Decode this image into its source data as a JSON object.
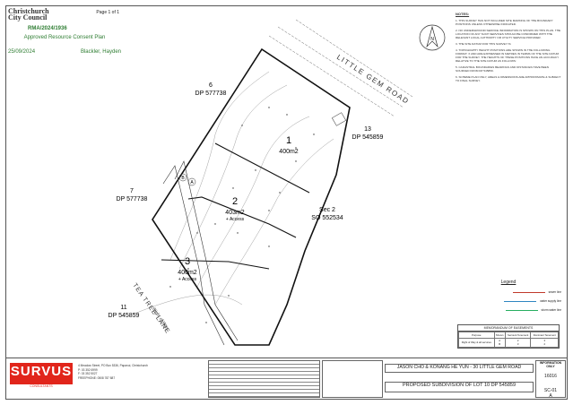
{
  "stamp": {
    "council_line1": "Christchurch",
    "council_line2": "City Council",
    "page": "Page 1 of 1",
    "rma": "RMA/2024/1936",
    "approved": "Approved Resource Consent Plan",
    "date": "25/09/2024",
    "officer": "Blackler, Hayden"
  },
  "plan": {
    "road": "LITTLE GEM ROAD",
    "lot_1": {
      "number": "1",
      "area": "400m2"
    },
    "lot_2": {
      "number": "2",
      "area": "403m2",
      "note": "+ Access"
    },
    "lot_3": {
      "number": "3",
      "area": "400m2",
      "note": "+ Access"
    },
    "lot_a": "A",
    "lot_b": "B",
    "neighbour_6": {
      "number": "6",
      "ref": "DP 577738"
    },
    "neighbour_7": {
      "number": "7",
      "ref": "DP 577738"
    },
    "neighbour_13": {
      "number": "13",
      "ref": "DP 545859"
    },
    "neighbour_11": {
      "number": "11",
      "ref": "DP 545859"
    },
    "sec_2": {
      "number": "Sec 2",
      "ref": "SO 552534"
    },
    "lane": "TEA TREE LANE",
    "right_of_way": "Right of Way",
    "north_label": "N"
  },
  "notes": {
    "title": "NOTES:",
    "items": [
      "1. THIS SURVEY HAS NOT INCLUDED SITE MARKING OF THE BOUNDARY POSITIONS UNLESS OTHERWISE INDICATED.",
      "2. NO UNDERGROUND SERVICE INFORMATION IS SHOWN ON THIS PLAN. THE LOCATION OF ANY SUCH SERVICES SHOULD BE CONFIRMED WITH THE RELEVANT LOCAL AUTHORITY OR UTILITY SERVICE PROVIDER.",
      "3. THE SITE DATUM FOR THIS SURVEY IS:",
      "4. TOPOGRAPHY HEIGHT POSITIONS ARE SHOWN IN THE FOLLOWING FORMAT. X AND ARE EXPRESSED IN METRES IN TERMS OF THE SITE DATUM FOR THE SURVEY. THE HEIGHTS OF THESE POSITIONS HAVE AN ACCURACY RELATIVE TO THE SITE DATUM AS FOLLOWS:",
      "5. CADASTRAL BOUNDARIES BEARINGS AND DISTANCES HAVE BEEN SOURCED FROM DP 545859.",
      "6. SCHEME PLAN ONLY, AREAS & DIMENSIONS ARE APPROXIMATE & SUBJECT TO FINAL SURVEY."
    ]
  },
  "legend": {
    "title": "Legend",
    "items": [
      {
        "label": "sewer line",
        "color": "#c0392b"
      },
      {
        "label": "water supply line",
        "color": "#2e86c1"
      },
      {
        "label": "storm water line",
        "color": "#27ae60"
      }
    ]
  },
  "easements": {
    "title": "MEMORANDUM OF EASEMENTS",
    "headers": [
      "Purpose",
      "Shown",
      "Servient Tenement",
      "Dominant Tenement"
    ],
    "row": {
      "purpose": "Right of Way & all services",
      "shown": "A\nB",
      "servient": "2\n3",
      "dominant": "3\n2"
    }
  },
  "titleblock": {
    "company": "SURVUS",
    "company_sub": "CONSULTANTS",
    "office_lines": [
      "4 Meadow Street, PO Box 5336, Papanui, Christchurch",
      "P: 03 352 6999",
      "F: 03 352 5027",
      "FREEPHONE: 0508 787 887"
    ],
    "client": "JASON CHO & KONANG HE YUN - 30 LITTLE GEM ROAD",
    "project": "PROPOSED SUBDIVISION OF LOT 10 DP 545859",
    "info_title": "INFORMATION ONLY",
    "job_no": "16016",
    "sheet": "SC-01",
    "revision": "A"
  }
}
